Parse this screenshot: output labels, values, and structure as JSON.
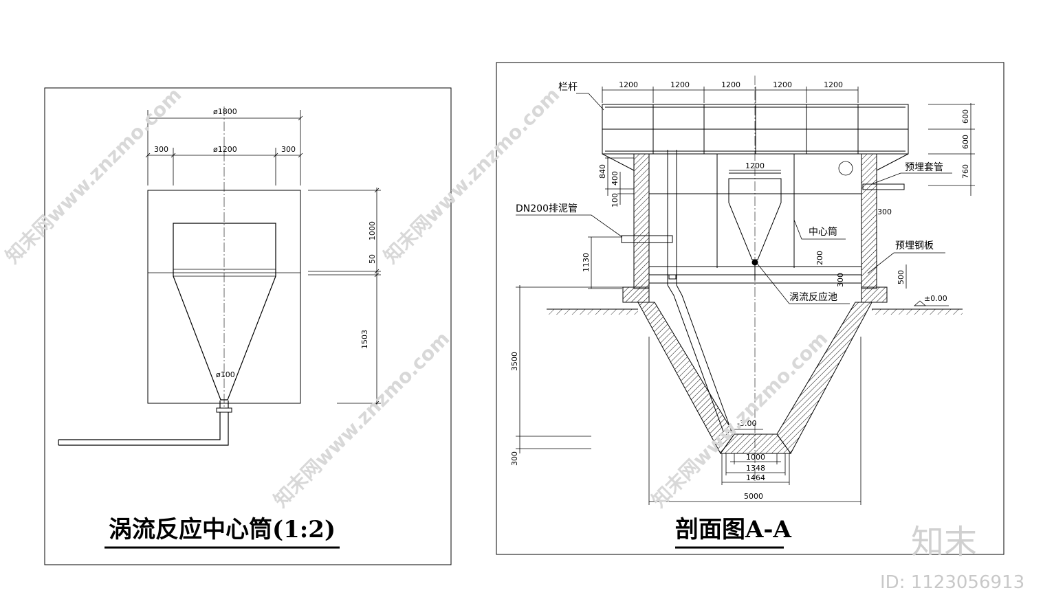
{
  "left_panel": {
    "title": "涡流反应中心筒(1:2)",
    "dims": {
      "outer_dia": "ø1800",
      "inner_dia": "ø1200",
      "side_left": "300",
      "side_right": "300",
      "h_top": "1000",
      "h_gap": "50",
      "h_cone": "1503",
      "outlet": "ø100"
    }
  },
  "right_panel": {
    "title": "剖面图A-A",
    "labels": {
      "railing": "栏杆",
      "embedded_sleeve": "预埋套管",
      "sludge_pipe": "DN200排泥管",
      "center_tube": "中心筒",
      "embedded_plate": "预埋钢板",
      "vortex_tank": "涡流反应池",
      "ground_level": "±0.00",
      "bottom_level": "-3.00"
    },
    "dims": {
      "span": [
        "1200",
        "1200",
        "1200",
        "1200",
        "1200"
      ],
      "tube_width": "1200",
      "right_v": [
        "600",
        "600",
        "760"
      ],
      "left_v": [
        "840",
        "400",
        "100"
      ],
      "wall": "300",
      "h1130": "1130",
      "h200": "200",
      "h300b": "300",
      "h500": "500",
      "depth": "3500",
      "h300": "300",
      "bottom": [
        "1000",
        "1348",
        "1464"
      ],
      "top_width": "5000"
    }
  },
  "watermark": {
    "text": "知末网www.znzmo.com",
    "brand": "知末",
    "id": "ID: 1123056913"
  }
}
